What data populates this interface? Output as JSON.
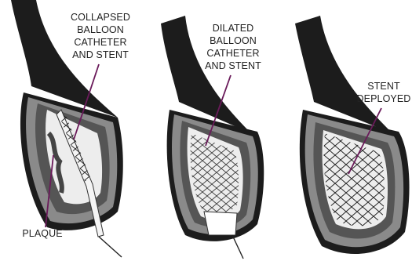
{
  "panels": [
    {
      "id": "collapsed",
      "label_lines": [
        "COLLAPSED",
        "BALLOON",
        "CATHETER",
        "AND STENT"
      ]
    },
    {
      "id": "dilated",
      "label_lines": [
        "DILATED",
        "BALLOON",
        "CATHETER",
        "AND STENT"
      ]
    },
    {
      "id": "deployed",
      "label_lines": [
        "STENT",
        "DEPLOYED"
      ]
    }
  ],
  "plaque_label": "PLAQUE",
  "colors": {
    "vessel_outer": "#1c1c1c",
    "vessel_wall": "#8a8a8a",
    "lumen": "#ededed",
    "plaque": "#555555",
    "pointer": "#6a1a5a"
  }
}
